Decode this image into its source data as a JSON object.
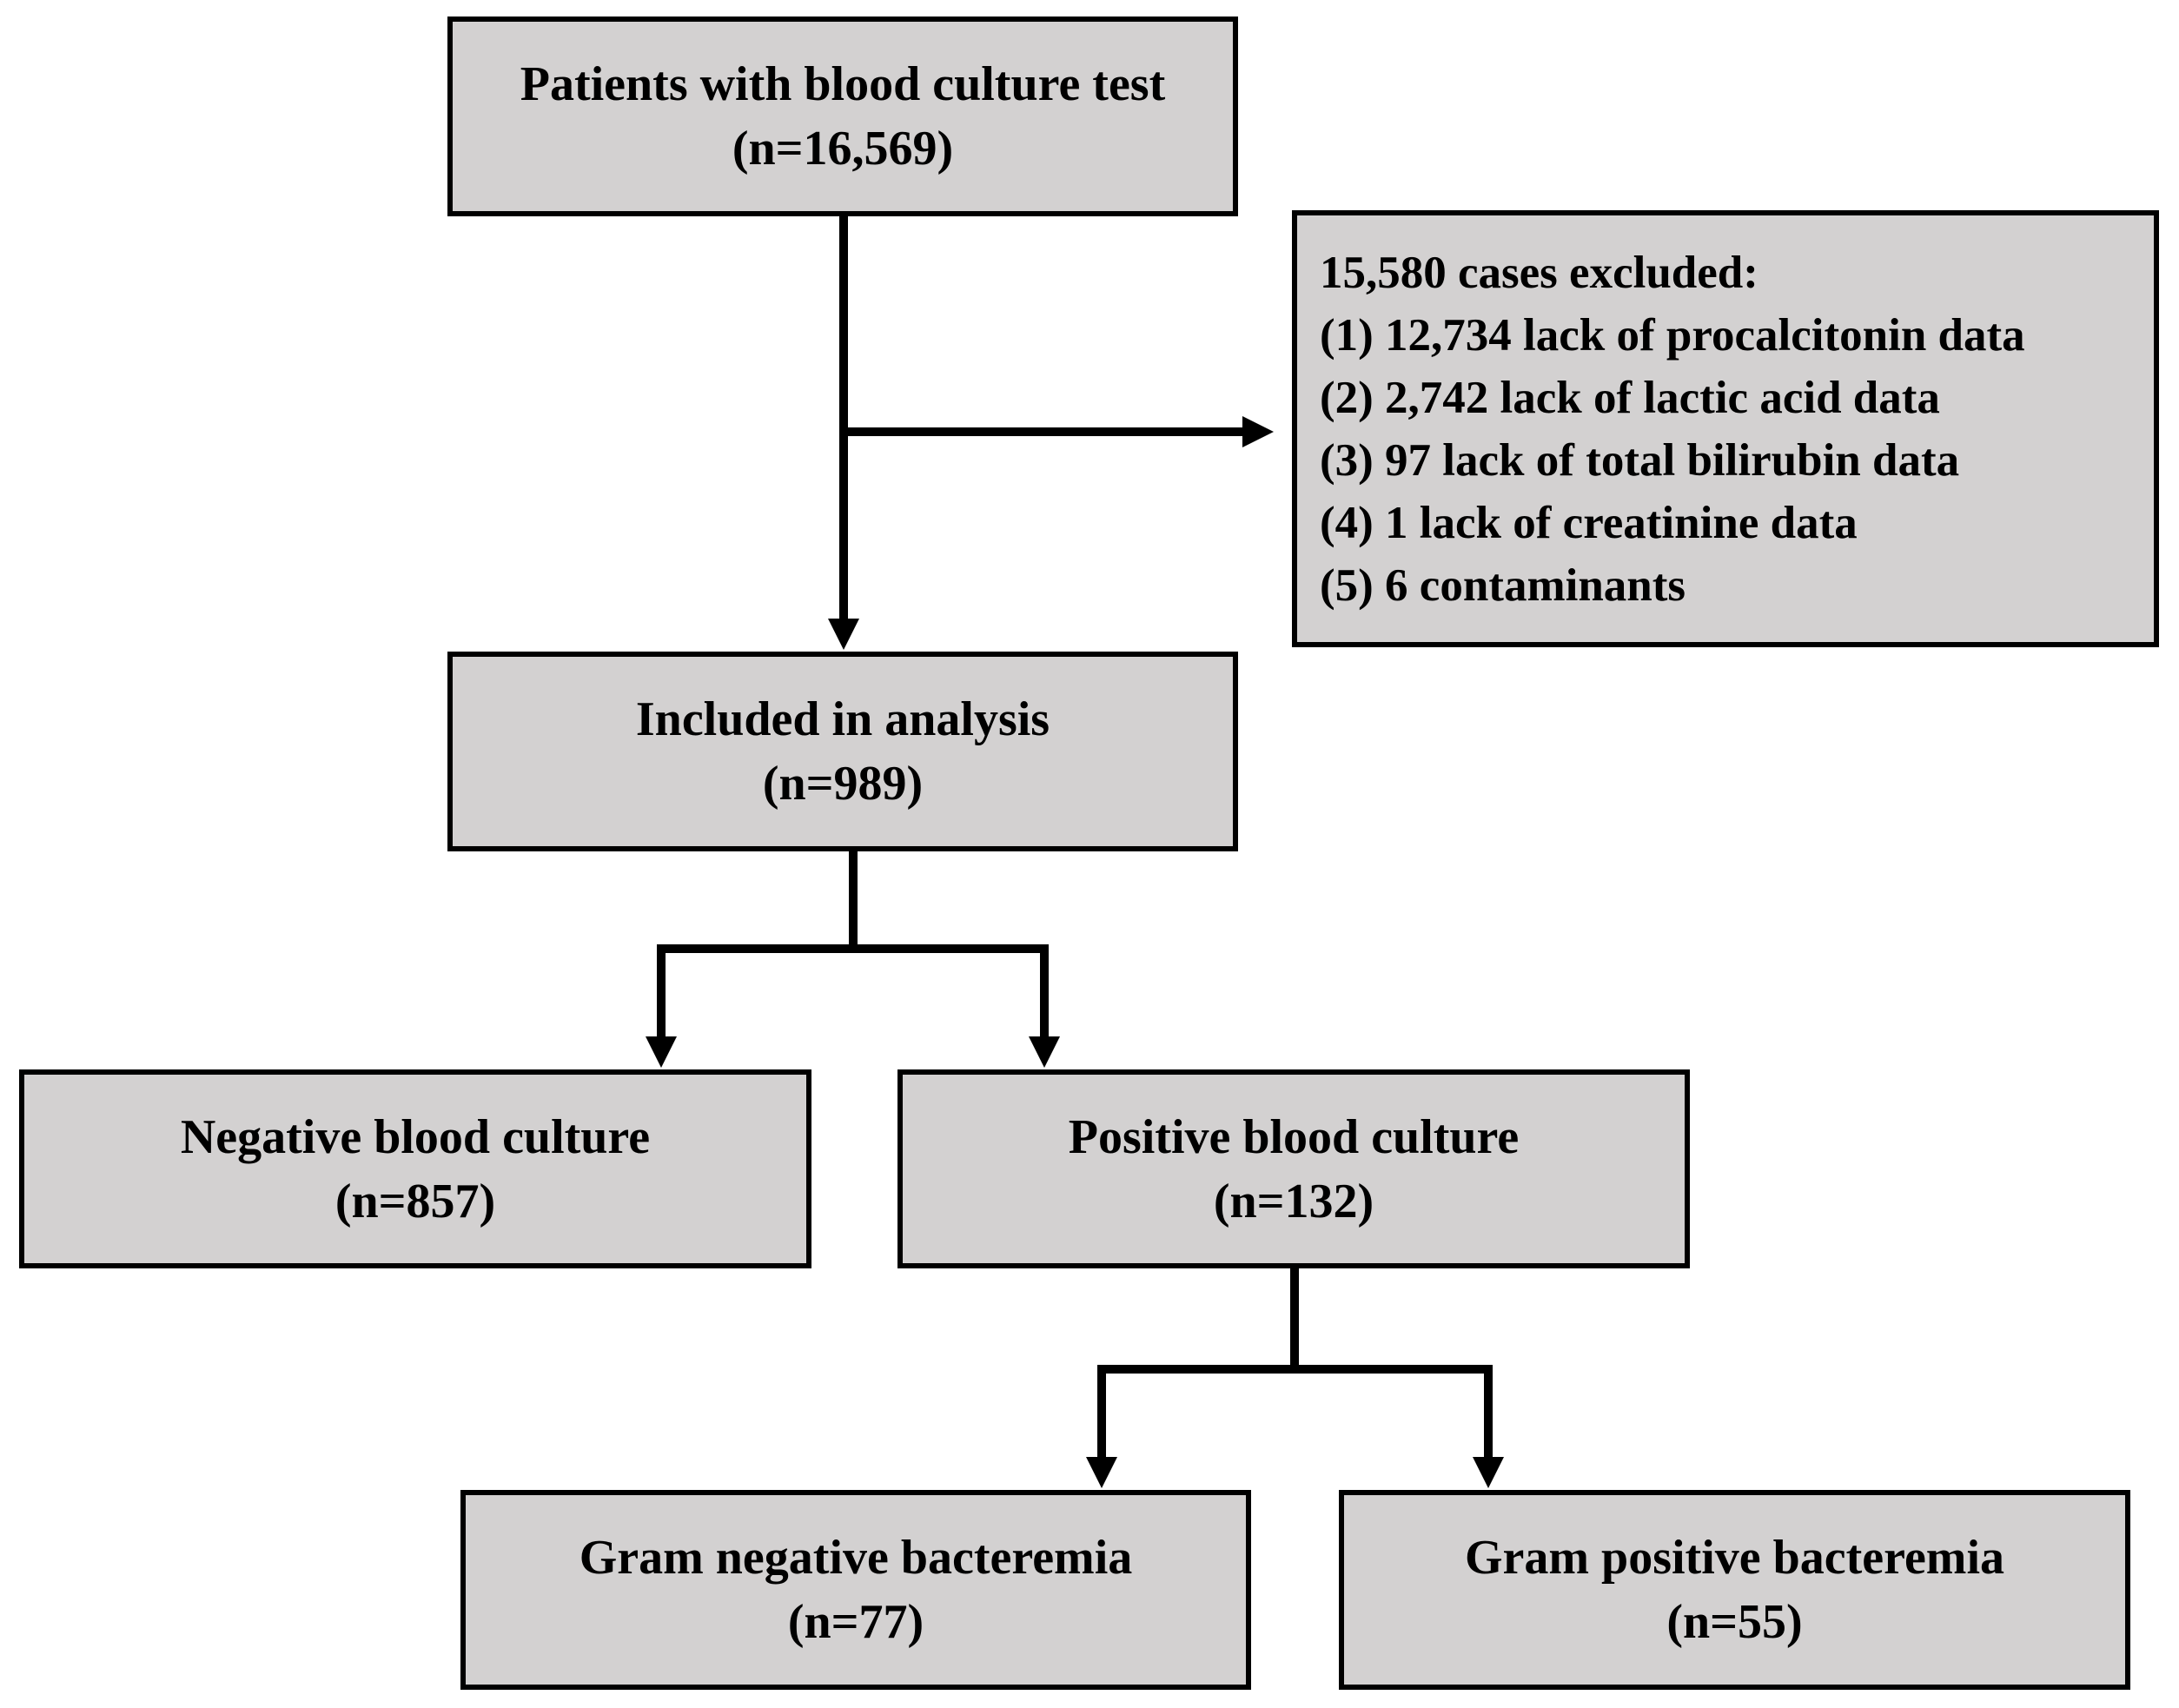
{
  "flowchart": {
    "patients": {
      "title": "Patients with blood culture test",
      "count": "(n=16,569)"
    },
    "excluded": {
      "title": "15,580 cases excluded:",
      "reasons": [
        "(1) 12,734 lack of procalcitonin data",
        "(2) 2,742 lack of lactic acid data",
        "(3) 97 lack of total bilirubin data",
        "(4) 1 lack of creatinine data",
        "(5) 6 contaminants"
      ]
    },
    "included": {
      "title": "Included in analysis",
      "count": "(n=989)"
    },
    "negative": {
      "title": "Negative blood culture",
      "count": "(n=857)"
    },
    "positive": {
      "title": "Positive blood culture",
      "count": "(n=132)"
    },
    "gram_negative": {
      "title": "Gram negative bacteremia",
      "count": "(n=77)"
    },
    "gram_positive": {
      "title": "Gram positive bacteremia",
      "count": "(n=55)"
    }
  },
  "colors": {
    "box_fill": "#d3d1d1",
    "border": "#000000",
    "text": "#000000",
    "background": "#ffffff"
  }
}
